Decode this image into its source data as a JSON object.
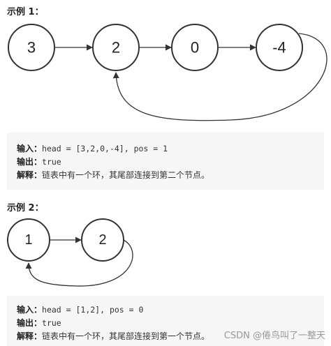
{
  "example1": {
    "heading": "示例 1：",
    "nodes": [
      "3",
      "2",
      "0",
      "-4"
    ],
    "pos": 1,
    "lines": [
      {
        "label": "输入：",
        "value": "head = [3,2,0,-4], pos = 1",
        "mono": true
      },
      {
        "label": "输出：",
        "value": "true",
        "mono": true
      },
      {
        "label": "解释：",
        "value": "链表中有一个环，其尾部连接到第二个节点。",
        "mono": false
      }
    ]
  },
  "example2": {
    "heading": "示例 2：",
    "nodes": [
      "1",
      "2"
    ],
    "pos": 0,
    "lines": [
      {
        "label": "输入：",
        "value": "head = [1,2], pos = 0",
        "mono": true
      },
      {
        "label": "输出：",
        "value": "true",
        "mono": true
      },
      {
        "label": "解释：",
        "value": "链表中有一个环，其尾部连接到第一个节点。",
        "mono": false
      }
    ]
  },
  "watermark": "CSDN @倦鸟叫了一整天"
}
